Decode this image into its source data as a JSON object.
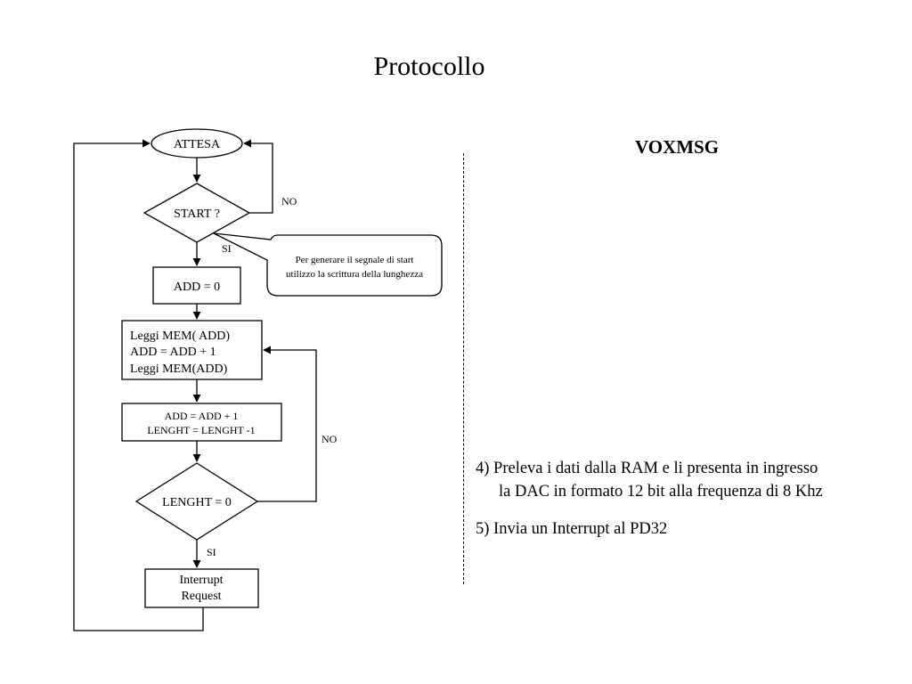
{
  "slide": {
    "title": "Protocollo",
    "section_title": "VOXMSG"
  },
  "flowchart": {
    "start_node": "ATTESA",
    "decision_start": "START ?",
    "no_label_1": "NO",
    "si_label_1": "SI",
    "callout": [
      "Per generare il segnale di start",
      "utilizzo la scrittura della lunghezza"
    ],
    "process_add_init": "ADD = 0",
    "process_read": [
      "Leggi MEM( ADD)",
      "ADD = ADD + 1",
      "Leggi MEM(ADD)"
    ],
    "process_update": [
      "ADD = ADD + 1",
      "LENGHT = LENGHT -1"
    ],
    "decision_length": "LENGHT = 0",
    "no_label_2": "NO",
    "si_label_2": "SI",
    "process_interrupt": [
      "Interrupt",
      "Request"
    ]
  },
  "steps": [
    {
      "line1": "4) Preleva i dati dalla RAM e li presenta in ingresso",
      "line2": "la DAC in formato 12 bit alla frequenza di 8 Khz"
    },
    {
      "line1": "5) Invia un Interrupt al PD32"
    }
  ]
}
